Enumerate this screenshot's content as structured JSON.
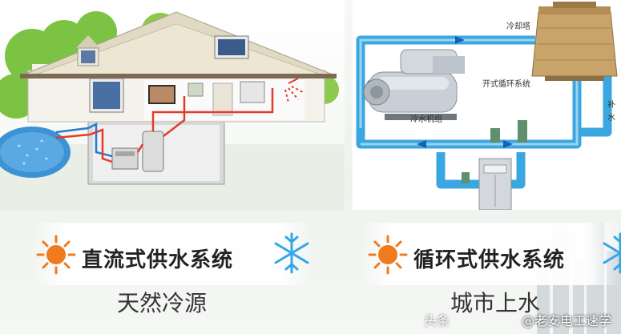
{
  "left": {
    "title": "直流式供水系统",
    "subtitle": "天然冷源"
  },
  "right": {
    "title": "循环式供水系统",
    "subtitle": "城市上水",
    "labels": {
      "cooling_tower": "冷却塔",
      "open_loop": "开式循环系统",
      "chiller": "冷水机组",
      "makeup_water": "补水"
    }
  },
  "watermark": {
    "brand": "头条",
    "handle": "@老安电工速学"
  },
  "colors": {
    "pipe_blue": "#3aa7e0",
    "sun_orange": "#f07a1e",
    "snow_blue": "#35a6e8"
  },
  "icons": [
    "sun-icon",
    "snowflake-icon"
  ]
}
